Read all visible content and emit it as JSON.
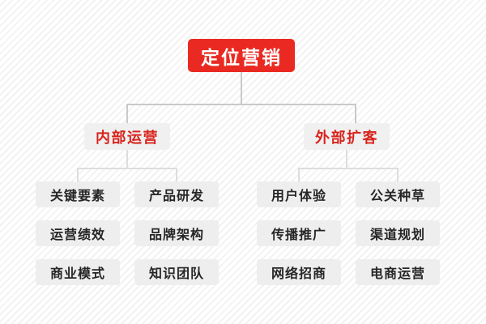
{
  "chart": {
    "type": "org-chart",
    "background_color": "#fbfbfb",
    "accent_color": "#ea2a22",
    "root": {
      "label": "定位营销",
      "text_color": "#ffffff",
      "box_color": "#ea2a22"
    },
    "branches": [
      {
        "id": "internal",
        "label": "内部运营",
        "text_color": "#d8241d",
        "box_color": "#f0f0f0",
        "rows": [
          {
            "left": "关键要素",
            "right": "产品研发"
          },
          {
            "left": "运营绩效",
            "right": "品牌架构"
          },
          {
            "left": "商业模式",
            "right": "知识团队"
          }
        ]
      },
      {
        "id": "external",
        "label": "外部扩客",
        "text_color": "#d8241d",
        "box_color": "#f0f0f0",
        "rows": [
          {
            "left": "用户体验",
            "right": "公关种草"
          },
          {
            "left": "传播推广",
            "right": "渠道规划"
          },
          {
            "left": "网络招商",
            "right": "电商运营"
          }
        ]
      }
    ]
  }
}
